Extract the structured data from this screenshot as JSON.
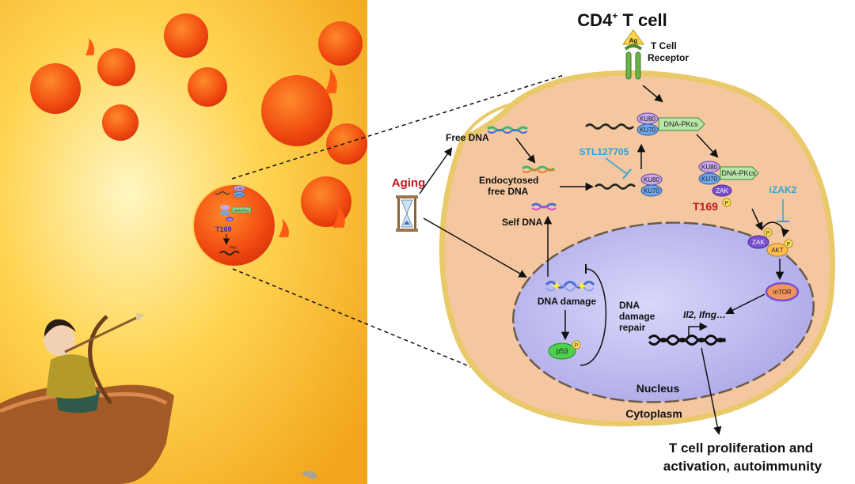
{
  "title": {
    "main": "CD4",
    "sup": "+",
    "rest": " T cell"
  },
  "receptor": {
    "antigen": "Ag",
    "line1": "T Cell",
    "line2": "Receptor"
  },
  "labels": {
    "free_dna": "Free DNA",
    "aging": "Aging",
    "endocytosed_line1": "Endocytosed",
    "endocytosed_line2": "free DNA",
    "self_dna": "Self DNA",
    "dna_damage": "DNA damage",
    "repair_line1": "DNA",
    "repair_line2": "damage",
    "repair_line3": "repair",
    "p53": "p53",
    "nucleus": "Nucleus",
    "cytoplasm": "Cytoplasm",
    "genes": "Il2, Ifng…",
    "outcome_line1": "T cell proliferation and",
    "outcome_line2": "activation, autoimmunity"
  },
  "proteins": {
    "ku80": "KU80",
    "ku70": "KU70",
    "dnapkcs": "DNA-PKcs",
    "zak": "ZAK",
    "akt": "AKT",
    "mtor": "mTOR",
    "phos": "P",
    "t169": "T169"
  },
  "inhibitors": {
    "stl": "STL127705",
    "izak": "iZAK2"
  },
  "inset": {
    "ku80": "KU80",
    "ku70": "KU70",
    "dnapkcs": "DNA-PKcs",
    "zak": "ZAK",
    "t169": "T169",
    "genes": "Ifng..."
  },
  "colors": {
    "cell_fill": "#f5c7a0",
    "cell_border": "#e9c96a",
    "nucleus_fill": "#b9b6ee",
    "inhibitor_text": "#2ea3d6",
    "aging_text": "#c0161b",
    "t169_text": "#c0161b"
  }
}
